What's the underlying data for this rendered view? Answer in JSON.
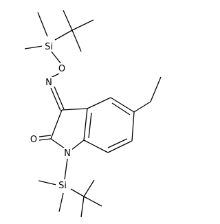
{
  "molecule": {
    "atoms": {
      "si_top": "Si",
      "o_oxime": "O",
      "n_oxime": "N",
      "o_carbonyl": "O",
      "n_ring": "N",
      "si_bottom": "Si"
    }
  }
}
